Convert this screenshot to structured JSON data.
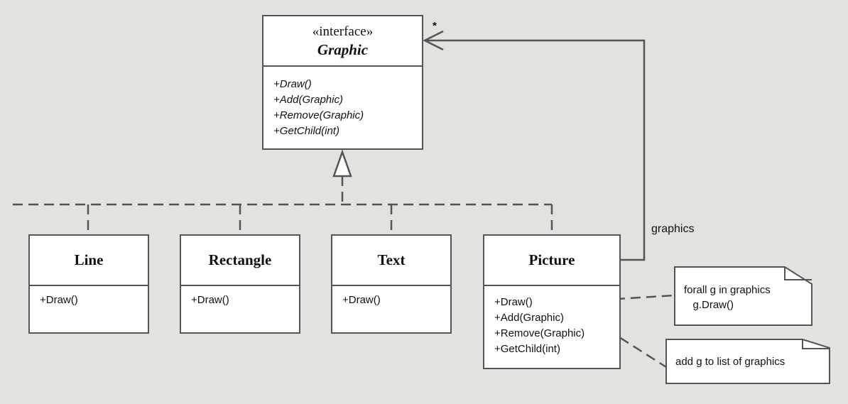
{
  "interface": {
    "stereotype": "«interface»",
    "name": "Graphic",
    "operations": [
      "+Draw()",
      "+Add(Graphic)",
      "+Remove(Graphic)",
      "+GetChild(int)"
    ]
  },
  "classes": [
    {
      "name": "Line",
      "operations": [
        "+Draw()"
      ]
    },
    {
      "name": "Rectangle",
      "operations": [
        "+Draw()"
      ]
    },
    {
      "name": "Text",
      "operations": [
        "+Draw()"
      ]
    },
    {
      "name": "Picture",
      "operations": [
        "+Draw()",
        "+Add(Graphic)",
        "+Remove(Graphic)",
        "+GetChild(int)"
      ]
    }
  ],
  "association": {
    "role": "graphics",
    "multiplicity": "*"
  },
  "notes": [
    {
      "text": "forall g in graphics\n   g.Draw()"
    },
    {
      "text": "add g to list of graphics"
    }
  ],
  "colors": {
    "background": "#e4e2de",
    "box_fill": "#ffffff",
    "line": "#555555"
  }
}
